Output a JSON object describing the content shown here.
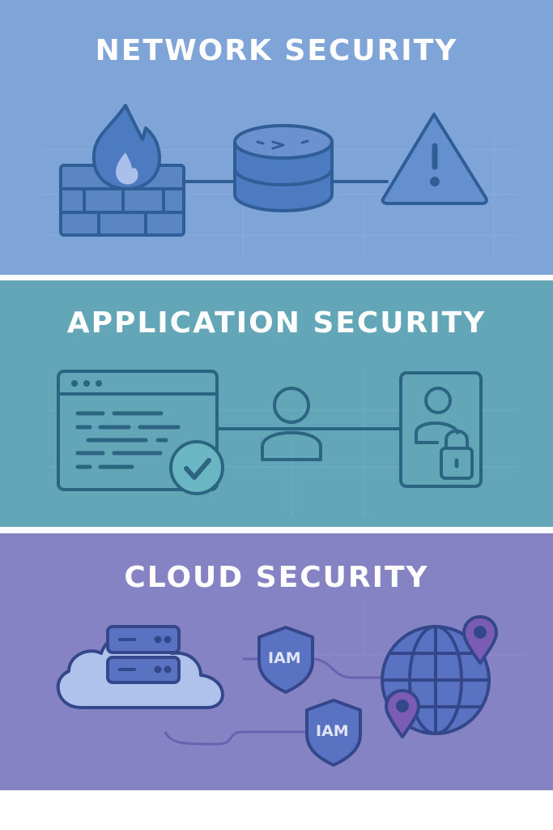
{
  "panels": [
    {
      "title": "NETWORK SECURITY",
      "background": "#7fa4d8",
      "stroke": "#2f5d96",
      "icons": [
        "firewall-icon",
        "router-icon",
        "warning-icon"
      ]
    },
    {
      "title": "APPLICATION SECURITY",
      "background": "#62a6b7",
      "stroke": "#2c6582",
      "icons": [
        "browser-window-icon",
        "checkmark-icon",
        "user-icon",
        "locked-user-card-icon"
      ]
    },
    {
      "title": "CLOUD SECURITY",
      "background": "#8683c5",
      "stroke": "#33478a",
      "icons": [
        "cloud-server-icon",
        "iam-shield-icon",
        "globe-icon",
        "map-pin-icon"
      ],
      "badges": [
        "IAM",
        "IAM"
      ]
    }
  ]
}
